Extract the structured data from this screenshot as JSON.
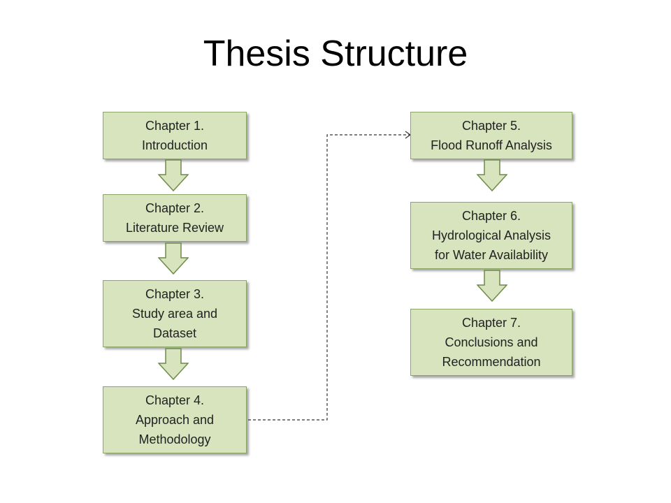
{
  "title": "Thesis Structure",
  "colors": {
    "box_fill": "#d7e4bd",
    "box_border": "#8aa566",
    "arrow_fill": "#d7e4bd",
    "arrow_stroke": "#6f8a4a",
    "connector": "#333333"
  },
  "chapters": [
    {
      "line1": "Chapter 1.",
      "line2": "Introduction",
      "line3": ""
    },
    {
      "line1": "Chapter 2.",
      "line2": "Literature Review",
      "line3": ""
    },
    {
      "line1": "Chapter 3.",
      "line2": "Study area and",
      "line3": "Dataset"
    },
    {
      "line1": "Chapter 4.",
      "line2": "Approach and",
      "line3": "Methodology"
    },
    {
      "line1": "Chapter 5.",
      "line2": "Flood Runoff Analysis",
      "line3": ""
    },
    {
      "line1": "Chapter 6.",
      "line2": "Hydrological Analysis",
      "line3": "for Water Availability"
    },
    {
      "line1": "Chapter 7.",
      "line2": "Conclusions and",
      "line3": "Recommendation"
    }
  ],
  "icons": {
    "flow_arrow": "down-arrow-icon",
    "connector": "dashed-elbow-connector"
  }
}
